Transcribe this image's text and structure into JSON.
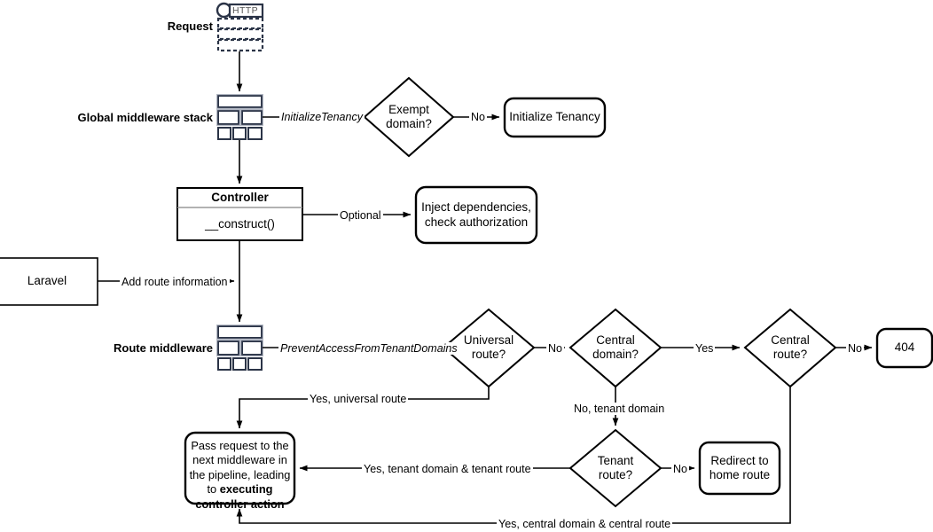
{
  "diagram": {
    "title": "Laravel multi-tenancy request lifecycle flowchart",
    "colors": {
      "stroke": "#000000",
      "icon_dark": "#2b3447",
      "icon_light": "#b3b8c4",
      "background": "#ffffff"
    },
    "side_labels": [
      {
        "name": "request",
        "text": "Request"
      },
      {
        "name": "global-middleware-stack",
        "text": "Global middleware stack"
      },
      {
        "name": "route-middleware",
        "text": "Route middleware"
      }
    ],
    "nodes": [
      {
        "id": "http-request-icon",
        "shape": "icon",
        "text": "HTTP"
      },
      {
        "id": "global-middleware-icon",
        "shape": "icon",
        "text": ""
      },
      {
        "id": "exempt-domain",
        "shape": "diamond",
        "text": "Exempt\ndomain?"
      },
      {
        "id": "initialize-tenancy",
        "shape": "rounded",
        "text": "Initialize Tenancy"
      },
      {
        "id": "controller",
        "shape": "uml",
        "title": "Controller",
        "text": "__construct()"
      },
      {
        "id": "inject-dependencies",
        "shape": "rounded",
        "text": "Inject dependencies,\ncheck authorization"
      },
      {
        "id": "laravel",
        "shape": "rect",
        "text": "Laravel"
      },
      {
        "id": "route-middleware-icon",
        "shape": "icon",
        "text": ""
      },
      {
        "id": "universal-route",
        "shape": "diamond",
        "text": "Universal\nroute?"
      },
      {
        "id": "central-domain",
        "shape": "diamond",
        "text": "Central\ndomain?"
      },
      {
        "id": "central-route",
        "shape": "diamond",
        "text": "Central\nroute?"
      },
      {
        "id": "not-found",
        "shape": "rounded",
        "text": "404"
      },
      {
        "id": "tenant-route",
        "shape": "diamond",
        "text": "Tenant\nroute?"
      },
      {
        "id": "redirect-home",
        "shape": "rounded",
        "text": "Redirect to\nhome route"
      },
      {
        "id": "pass-request",
        "shape": "rounded",
        "text_parts": [
          "Pass request to the next middleware in the pipeline, leading to ",
          "executing controller action"
        ]
      }
    ],
    "node_text": {
      "exempt_domain_l1": "Exempt",
      "exempt_domain_l2": "domain?",
      "initialize_tenancy": "Initialize Tenancy",
      "controller_title": "Controller",
      "controller_method": "__construct()",
      "inject_l1": "Inject dependencies,",
      "inject_l2": "check authorization",
      "laravel": "Laravel",
      "universal_route_l1": "Universal",
      "universal_route_l2": "route?",
      "central_domain_l1": "Central",
      "central_domain_l2": "domain?",
      "central_route_l1": "Central",
      "central_route_l2": "route?",
      "not_found": "404",
      "tenant_route_l1": "Tenant",
      "tenant_route_l2": "route?",
      "redirect_l1": "Redirect to",
      "redirect_l2": "home route",
      "pass_request_normal": "Pass request to the next middleware in the pipeline, leading to ",
      "pass_request_bold": "executing controller action",
      "http_label": "HTTP"
    },
    "edge_labels": [
      {
        "name": "edge-initialize-tenancy",
        "text": "InitializeTenancy",
        "italic": true
      },
      {
        "name": "edge-exempt-no",
        "text": "No",
        "italic": false
      },
      {
        "name": "edge-optional",
        "text": "Optional",
        "italic": false
      },
      {
        "name": "edge-add-route-information",
        "text": "Add route information",
        "italic": false
      },
      {
        "name": "edge-prevent-access",
        "text": "PreventAccessFromTenantDomains",
        "italic": true
      },
      {
        "name": "edge-universal-no",
        "text": "No",
        "italic": false
      },
      {
        "name": "edge-central-domain-yes",
        "text": "Yes",
        "italic": false
      },
      {
        "name": "edge-central-route-no",
        "text": "No",
        "italic": false
      },
      {
        "name": "edge-no-tenant-domain",
        "text": "No, tenant domain",
        "italic": false
      },
      {
        "name": "edge-yes-universal-route",
        "text": "Yes, universal route",
        "italic": false
      },
      {
        "name": "edge-tenant-route-no",
        "text": "No",
        "italic": false
      },
      {
        "name": "edge-yes-tenant",
        "text": "Yes, tenant domain & tenant route",
        "italic": false
      },
      {
        "name": "edge-yes-central",
        "text": "Yes, central domain & central route",
        "italic": false
      }
    ]
  }
}
